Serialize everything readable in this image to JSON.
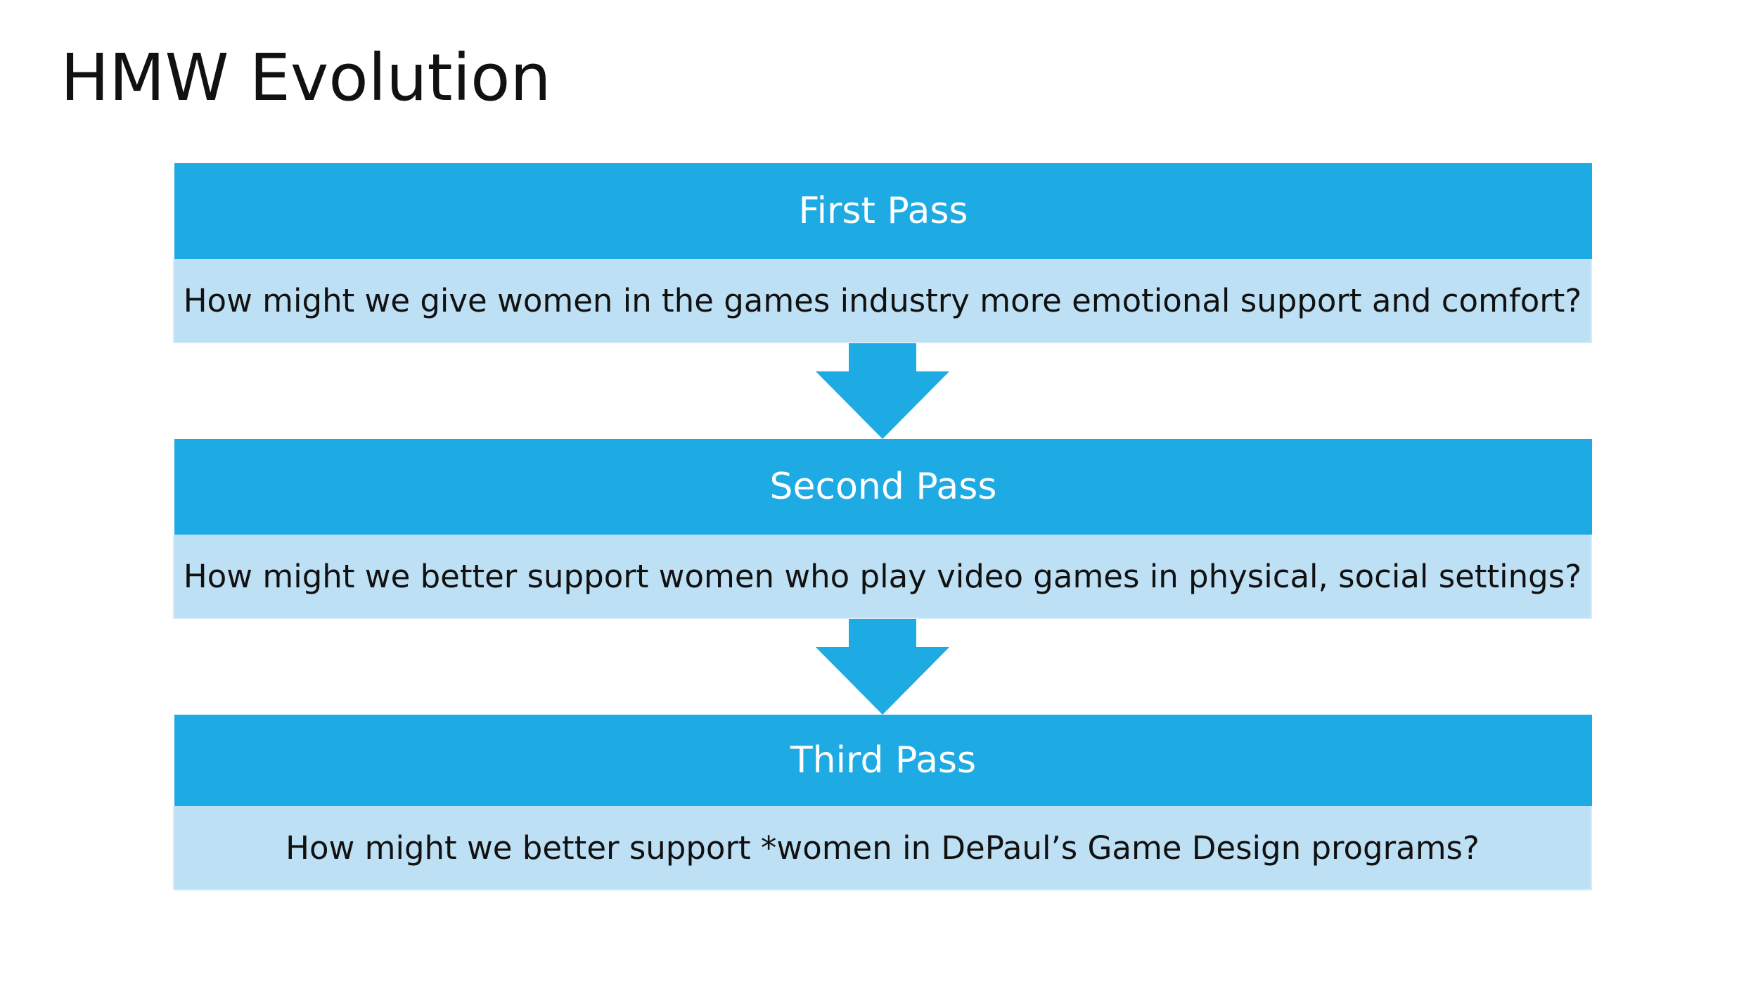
{
  "title": "HMW Evolution",
  "stages": [
    {
      "label": "First Pass",
      "question": "How might we give women in the games industry more emotional support and comfort?"
    },
    {
      "label": "Second Pass",
      "question": "How might we better support women who play video games in physical, social settings?"
    },
    {
      "label": "Third Pass",
      "question": "How might we better support *women in DePaul’s Game Design programs?"
    }
  ],
  "colors": {
    "header": "#1eaae3",
    "body": "#bee0f4",
    "arrow": "#1eaae3"
  }
}
